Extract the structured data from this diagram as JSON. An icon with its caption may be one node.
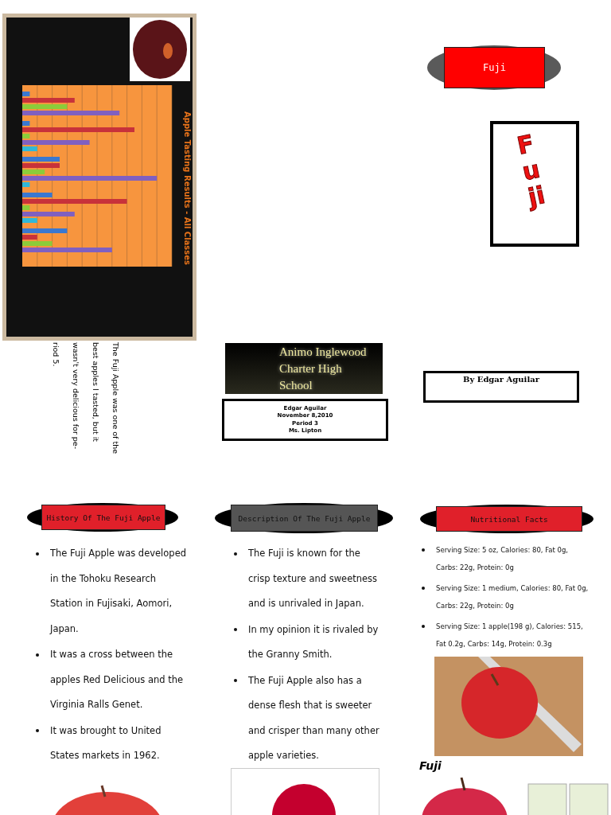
{
  "diagram": {
    "nodes": [
      {
        "text": [
          "Fuji"
        ]
      },
      {
        "text": [
          "Fuji"
        ]
      },
      {
        "text": [
          "Animo Inglewood Charter High School"
        ]
      },
      {
        "text": [
          "Edgar Aguilar",
          "November 8,2010",
          "Period 3",
          "Ms. Lipton"
        ]
      },
      {
        "text": [
          "By Edgar Aguilar"
        ]
      },
      {
        "text": [
          "History Of The Fuji Apple"
        ]
      },
      {
        "text": [
          "Description Of The Fuji Apple"
        ]
      },
      {
        "text": [
          "Nutritional Facts"
        ]
      }
    ],
    "labels": [
      "Apple Tasting Results - All Classes",
      "The Fuji Apple was one of the best apples I tasted, but it wasn't very delicious for pe- riod 5.",
      "The Fuji Apple was developed in the Tohoku Research Station in Fujisaki, Aomori, Japan.",
      "It was a cross between the apples Red Delicious and the Virginia Ralls Genet.",
      "It was brought to United States markets in 1962.",
      "The Fuji is known for the crisp texture and sweetness and is unrivaled in Japan.",
      "In my opinion it is rivaled by the Granny Smith.",
      "The Fuji Apple also has a dense flesh that is sweeter and crisper than many other apple varieties.",
      "Serving Size: 5 oz, Calories: 80, Fat 0g, Carbs: 22g, Protein: 0g",
      "Serving Size: 1 medium, Calories: 80, Fat 0g, Carbs: 22g, Protein: 0g",
      "Serving Size: 1 apple(198 g), Calories: 515, Fat 0.2g, Carbs: 14g, Protein: 0.3g",
      "Fuji"
    ]
  }
}
